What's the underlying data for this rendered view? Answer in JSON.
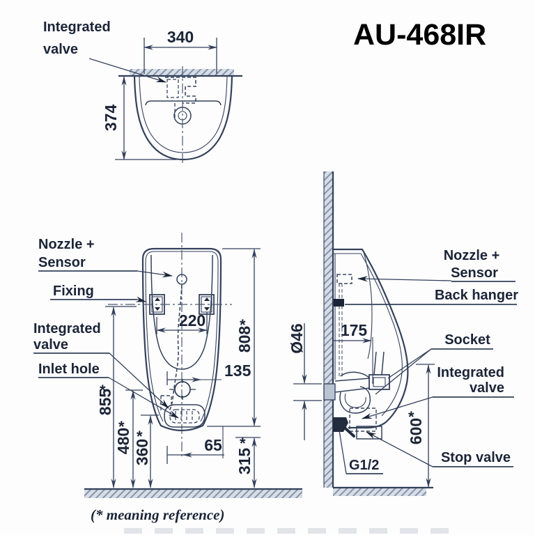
{
  "title": "AU-468IR",
  "footnote": "(* meaning reference)",
  "star": "*",
  "colors": {
    "ink": "#33405a",
    "text": "#1b2436",
    "title": "#000000",
    "hatch_fill": "#d7dde6",
    "hatch_line": "#8694a9"
  },
  "top_view": {
    "label_integrated_valve_line1": "Integrated",
    "label_integrated_valve_line2": "valve",
    "dim_width": "340",
    "dim_depth": "374"
  },
  "front_view": {
    "label_nozzle_line1": "Nozzle +",
    "label_nozzle_line2": "Sensor",
    "label_fixing": "Fixing",
    "label_integrated_valve_line1": "Integrated",
    "label_integrated_valve_line2": "valve",
    "label_inlet_hole": "Inlet hole",
    "dim_fixing_span": "220",
    "dim_total_height": "808",
    "dim_inlet_offset": "135",
    "dim_drain_offset": "65",
    "dim_fixing_height": "855",
    "dim_inlet_height": "480",
    "dim_drain_height": "360",
    "dim_lip_height": "315"
  },
  "side_view": {
    "label_nozzle_line1": "Nozzle +",
    "label_nozzle_line2": "Sensor",
    "label_back_hanger": "Back hanger",
    "label_socket": "Socket",
    "label_integrated_valve_line1": "Integrated",
    "label_integrated_valve_line2": "valve",
    "label_stop_valve": "Stop valve",
    "label_g12": "G1/2",
    "dim_wall_offset": "175",
    "dim_hole_diameter": "Ø46",
    "dim_valve_height": "600"
  }
}
